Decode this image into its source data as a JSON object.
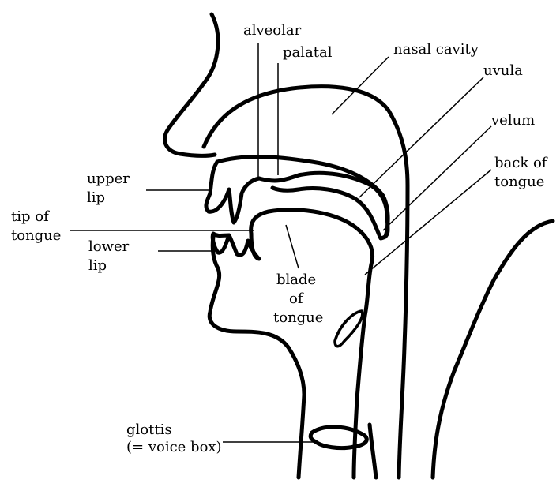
{
  "labels": {
    "alveolar": "alveolar",
    "palatal": "palatal",
    "nasal_cavity": "nasal cavity",
    "uvula": "uvula",
    "velum": "velum",
    "back_of_tongue": [
      "back of",
      "tongue"
    ],
    "upper_lip": [
      "upper",
      "lip"
    ],
    "tip_of_tongue": [
      "tip of",
      "tongue"
    ],
    "lower_lip": [
      "lower",
      "lip"
    ],
    "blade_of_tongue": [
      "blade",
      "of",
      "tongue"
    ],
    "glottis": [
      "glottis",
      "(= voice box)"
    ]
  }
}
